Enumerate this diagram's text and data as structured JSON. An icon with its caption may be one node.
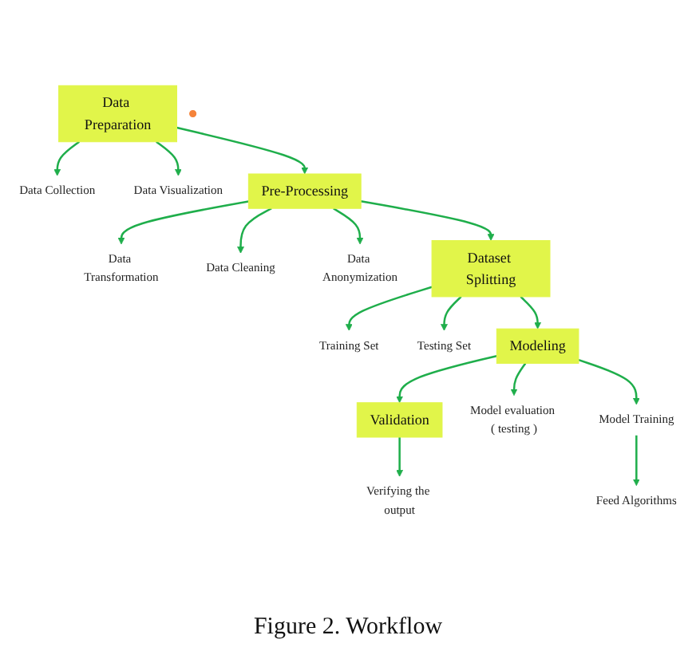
{
  "diagram": {
    "caption": "Figure 2. Workflow",
    "nodes": [
      {
        "text": [
          "Data Preparation"
        ]
      },
      {
        "text": [
          "Data Collection"
        ]
      },
      {
        "text": [
          "Data Visualization"
        ]
      },
      {
        "text": [
          "Pre-Processing"
        ]
      },
      {
        "text": [
          "Data Transformation"
        ]
      },
      {
        "text": [
          "Data Cleaning"
        ]
      },
      {
        "text": [
          "Data Anonymization"
        ]
      },
      {
        "text": [
          "Dataset Splitting"
        ]
      },
      {
        "text": [
          "Training Set"
        ]
      },
      {
        "text": [
          "Testing Set"
        ]
      },
      {
        "text": [
          "Modeling"
        ]
      },
      {
        "text": [
          "Model Training"
        ]
      },
      {
        "text": [
          "Feed Algorithms"
        ]
      },
      {
        "text": [
          "Model evaluation ( testing )"
        ]
      },
      {
        "text": [
          "Validation"
        ]
      },
      {
        "text": [
          "Verifying the output"
        ]
      },
      {
        "text": [],
        "shape": "circle"
      }
    ],
    "edges": [
      {
        "from": 0,
        "to": 3,
        "arrow": "to"
      },
      {
        "from": 0,
        "to": 1,
        "arrow": "to"
      },
      {
        "from": 0,
        "to": 2,
        "arrow": "to"
      },
      {
        "from": 3,
        "to": 7,
        "arrow": "to"
      },
      {
        "from": 3,
        "to": 4,
        "arrow": "to"
      },
      {
        "from": 3,
        "to": 5,
        "arrow": "to"
      },
      {
        "from": 3,
        "to": 6,
        "arrow": "to"
      },
      {
        "from": 7,
        "to": 10,
        "arrow": "to"
      },
      {
        "from": 7,
        "to": 8,
        "arrow": "to"
      },
      {
        "from": 7,
        "to": 9,
        "arrow": "to"
      },
      {
        "from": 10,
        "to": 14,
        "arrow": "to"
      },
      {
        "from": 10,
        "to": 11,
        "arrow": "to"
      },
      {
        "from": 11,
        "to": 12,
        "arrow": "to"
      },
      {
        "from": 10,
        "to": 13,
        "arrow": "to"
      },
      {
        "from": 14,
        "to": 15,
        "arrow": "to"
      }
    ]
  }
}
